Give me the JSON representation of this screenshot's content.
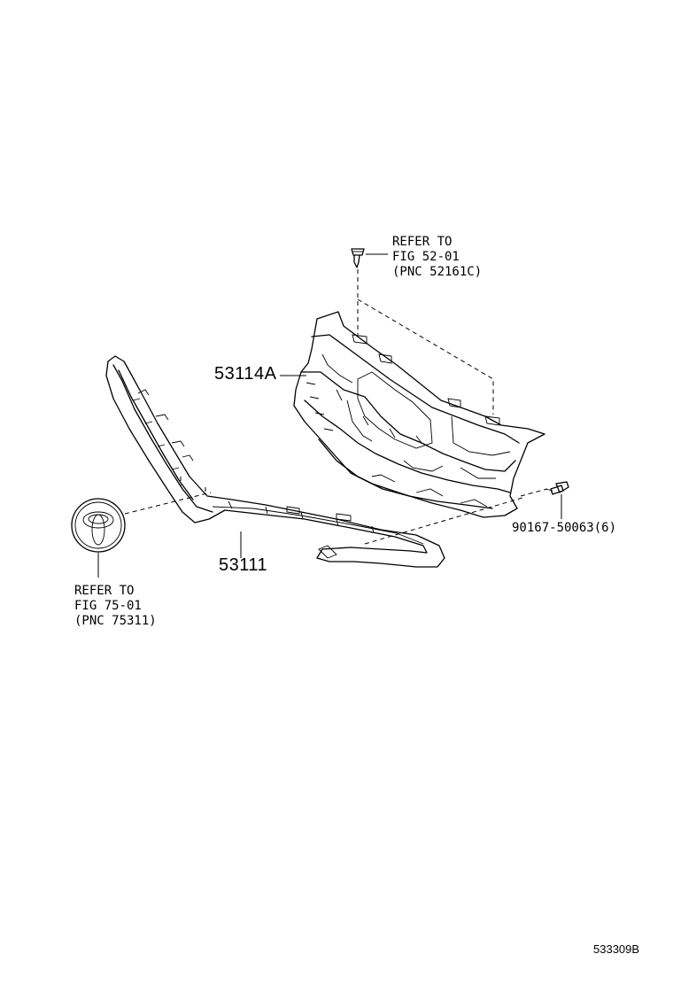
{
  "callouts": {
    "clip_ref": {
      "line1": "REFER TO",
      "line2": "FIG 52-01",
      "line3": "(PNC 52161C)"
    },
    "emblem_ref": {
      "line1": "REFER TO",
      "line2": "FIG 75-01",
      "line3": "(PNC 75311)"
    }
  },
  "parts": {
    "retainer": "53114A",
    "grille": "53111",
    "screw": "90167-50063(6)"
  },
  "diagram_id": "533309B"
}
